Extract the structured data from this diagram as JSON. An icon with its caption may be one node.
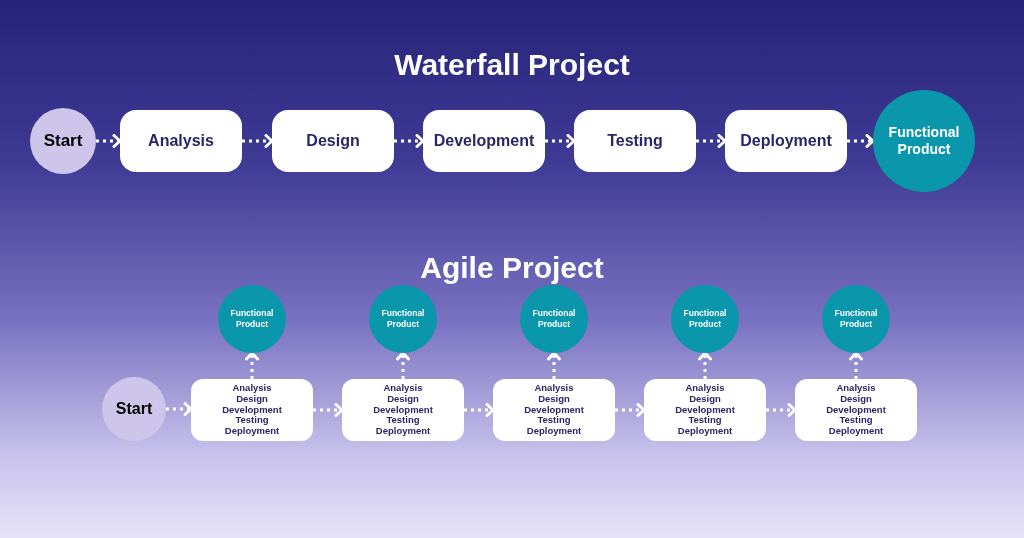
{
  "diagram": {
    "title": "Waterfall Project",
    "nodes": [
      {
        "text": [
          "Start"
        ]
      },
      {
        "text": [
          "Analysis"
        ]
      },
      {
        "text": [
          "Design"
        ]
      },
      {
        "text": [
          "Development"
        ]
      },
      {
        "text": [
          "Testing"
        ]
      },
      {
        "text": [
          "Deployment"
        ]
      },
      {
        "text": [
          "Functional Product"
        ]
      },
      {
        "text": [
          "Start"
        ]
      },
      {
        "text": [
          "Analysis",
          "Design",
          "Development",
          "Testing",
          "Deployment"
        ]
      },
      {
        "text": [
          "Functional Product"
        ]
      },
      {
        "text": [
          "Analysis",
          "Design",
          "Development",
          "Testing",
          "Deployment"
        ]
      },
      {
        "text": [
          "Functional Product"
        ]
      },
      {
        "text": [
          "Analysis",
          "Design",
          "Development",
          "Testing",
          "Deployment"
        ]
      },
      {
        "text": [
          "Functional Product"
        ]
      },
      {
        "text": [
          "Analysis",
          "Design",
          "Development",
          "Testing",
          "Deployment"
        ]
      },
      {
        "text": [
          "Functional Product"
        ]
      },
      {
        "text": [
          "Analysis",
          "Design",
          "Development",
          "Testing",
          "Deployment"
        ]
      },
      {
        "text": [
          "Functional Product"
        ]
      }
    ],
    "edges": [
      {
        "from": 0,
        "to": 1,
        "arrow": "to"
      },
      {
        "from": 1,
        "to": 2,
        "arrow": "to"
      },
      {
        "from": 2,
        "to": 3,
        "arrow": "to"
      },
      {
        "from": 3,
        "to": 4,
        "arrow": "to"
      },
      {
        "from": 4,
        "to": 5,
        "arrow": "to"
      },
      {
        "from": 5,
        "to": 6,
        "arrow": "to"
      },
      {
        "from": 7,
        "to": 8,
        "arrow": "to"
      },
      {
        "from": 8,
        "to": 9,
        "arrow": "to"
      },
      {
        "from": 8,
        "to": 10,
        "arrow": "to"
      },
      {
        "from": 10,
        "to": 11,
        "arrow": "to"
      },
      {
        "from": 10,
        "to": 12,
        "arrow": "to"
      },
      {
        "from": 12,
        "to": 13,
        "arrow": "to"
      },
      {
        "from": 12,
        "to": 14,
        "arrow": "to"
      },
      {
        "from": 14,
        "to": 15,
        "arrow": "to"
      },
      {
        "from": 14,
        "to": 16,
        "arrow": "to"
      },
      {
        "from": 16,
        "to": 17,
        "arrow": "to"
      }
    ],
    "labels": [
      "Agile Project"
    ]
  }
}
